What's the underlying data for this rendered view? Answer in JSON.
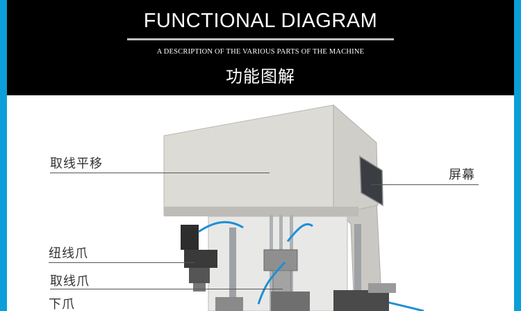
{
  "header": {
    "title": "FUNCTIONAL DIAGRAM",
    "subtitle": "A DESCRIPTION OF THE VARIOUS PARTS OF THE MACHINE",
    "cn_title": "功能图解"
  },
  "labels": {
    "take_line_traverse": "取线平移",
    "screen": "屏幕",
    "twist_claw": "纽线爪",
    "take_line_claw": "取线爪",
    "lower_claw": "下爪"
  },
  "colors": {
    "background": "#0a9fd8",
    "header": "#000000",
    "panel": "#ffffff",
    "machine_cover": "#dcdbd6"
  }
}
